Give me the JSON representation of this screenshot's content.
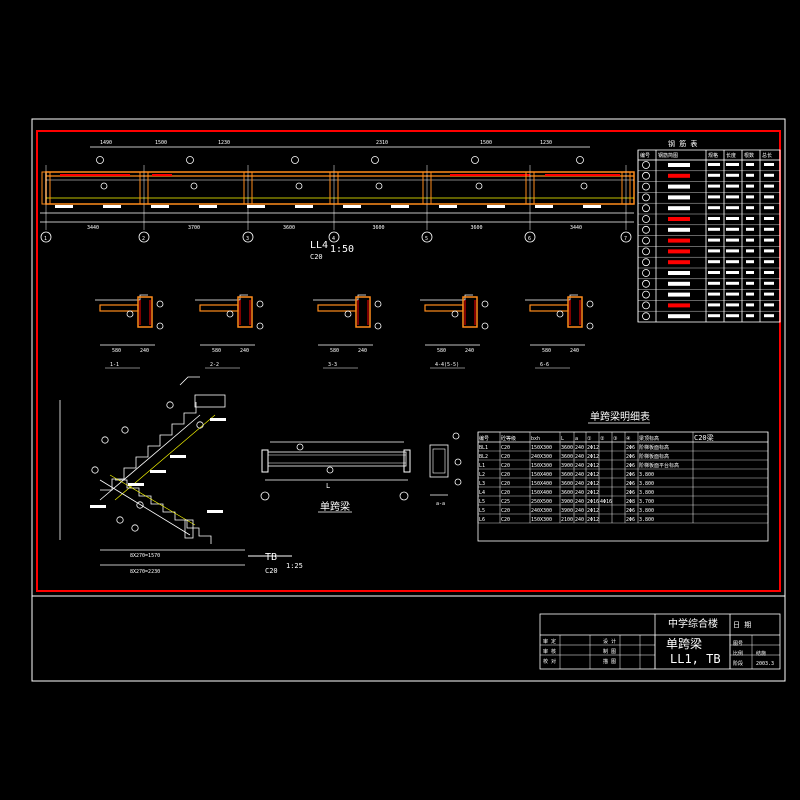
{
  "colors": {
    "background": "#000000",
    "linework": "#ffffff",
    "border_red": "#ff0000",
    "beam_orange": "#ff8c1a",
    "rebar_yellow": "#ffff00",
    "mark_green": "#00ff00"
  },
  "elevation": {
    "scale_label": "1:50",
    "name_label": "LL4",
    "concrete_label": "C20",
    "axis_marks": [
      "1",
      "2",
      "3",
      "4",
      "5",
      "6",
      "7"
    ],
    "top_dims": [
      "1490",
      "1500",
      "1230",
      "2310",
      "1500",
      "1230"
    ],
    "bottom_dims": [
      "3440",
      "3700",
      "3600",
      "3600",
      "3600",
      "3440"
    ]
  },
  "sections": [
    {
      "label": "1-1",
      "width": "580",
      "depth": "240"
    },
    {
      "label": "2-2",
      "width": "580",
      "depth": "240"
    },
    {
      "label": "3-3",
      "width": "580",
      "depth": "240"
    },
    {
      "label": "4-4(5-5)",
      "width": "580",
      "depth": "240"
    },
    {
      "label": "6-6",
      "width": "580",
      "depth": "240"
    }
  ],
  "rebar_table": {
    "title": "钢 筋 表",
    "headers": [
      "编号",
      "钢筋简图",
      "规格",
      "长度",
      "根数",
      "总长"
    ],
    "row_count": 15
  },
  "stair": {
    "name_label": "TB",
    "concrete_label": "C20",
    "scale_label": "1:25",
    "dim_bottom_1": "8X270=1570",
    "dim_bottom_2": "8X270=2230"
  },
  "beam_detail": {
    "caption": "单跨梁",
    "span_label": "L",
    "section_label": "a-a"
  },
  "beam_schedule": {
    "title": "单跨梁明细表",
    "headers": [
      "编号",
      "砼等级",
      "bxh",
      "L",
      "a",
      "①",
      "②",
      "③",
      "④",
      "梁顶标高",
      "C20梁"
    ],
    "rows": [
      [
        "BL1",
        "C20",
        "150X300",
        "3600",
        "240",
        "2Φ12",
        "",
        "",
        "2Φ6",
        "阶梯板面标高",
        ""
      ],
      [
        "BL2",
        "C20",
        "240X300",
        "3600",
        "240",
        "2Φ12",
        "",
        "",
        "2Φ6",
        "阶梯板面标高",
        ""
      ],
      [
        "L1",
        "C20",
        "150X300",
        "3900",
        "240",
        "2Φ12",
        "",
        "",
        "2Φ6",
        "阶梯板面平台标高",
        ""
      ],
      [
        "L2",
        "C20",
        "150X400",
        "3600",
        "240",
        "2Φ12",
        "",
        "",
        "2Φ6",
        "3.800",
        ""
      ],
      [
        "L3",
        "C20",
        "150X400",
        "3600",
        "240",
        "2Φ12",
        "",
        "",
        "2Φ6",
        "3.800",
        ""
      ],
      [
        "L4",
        "C20",
        "150X400",
        "3600",
        "240",
        "2Φ12",
        "",
        "",
        "2Φ6",
        "3.800",
        ""
      ],
      [
        "L5",
        "C25",
        "250X500",
        "3900",
        "240",
        "2Φ16",
        "4Φ16",
        "",
        "2Φ8",
        "3.700",
        ""
      ],
      [
        "L5",
        "C20",
        "240X300",
        "3900",
        "240",
        "2Φ12",
        "",
        "",
        "2Φ6",
        "3.800",
        ""
      ],
      [
        "L6",
        "C20",
        "150X300",
        "2100",
        "240",
        "2Φ12",
        "",
        "",
        "2Φ6",
        "3.800",
        ""
      ]
    ]
  },
  "title_block": {
    "project": "中学综合楼",
    "drawing_title": "单跨梁",
    "drawing_subtitle": "LL1, TB",
    "field_date": "日 期",
    "field_no": "图号",
    "field_scale": "比例",
    "field_phase": "阶段",
    "sig_labels": [
      "审 定",
      "审 核",
      "校 对",
      "设 计",
      "制 图",
      "描 图"
    ],
    "no_value": "结施",
    "date_value": "2003.3"
  }
}
